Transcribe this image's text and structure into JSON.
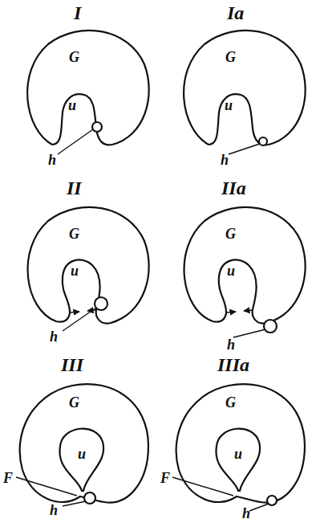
{
  "diagram": {
    "labels": [
      "I",
      "G",
      "u",
      "h",
      "Ia",
      "G",
      "u",
      "h",
      "II",
      "G",
      "u",
      "h",
      "IIa",
      "G",
      "u",
      "h",
      "III",
      "G",
      "u",
      "F",
      "h",
      "IIIa",
      "G",
      "u",
      "F",
      "h"
    ]
  }
}
